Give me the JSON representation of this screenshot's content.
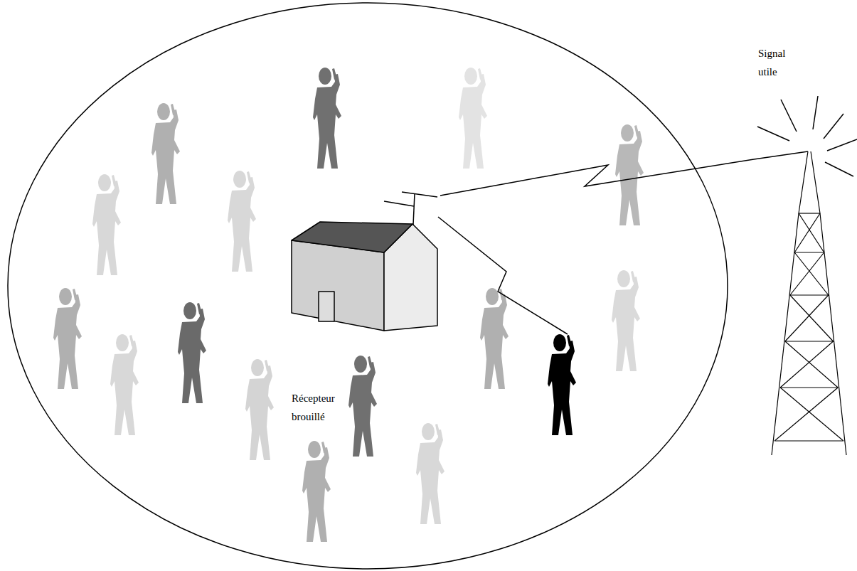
{
  "diagram": {
    "nodes": [
      {
        "text": [
          "Récepteur brouillé"
        ]
      },
      {
        "text": [
          "Signal utile"
        ]
      }
    ],
    "edges": [
      {
        "from": 1,
        "to": 0,
        "arrow": "none"
      }
    ]
  }
}
